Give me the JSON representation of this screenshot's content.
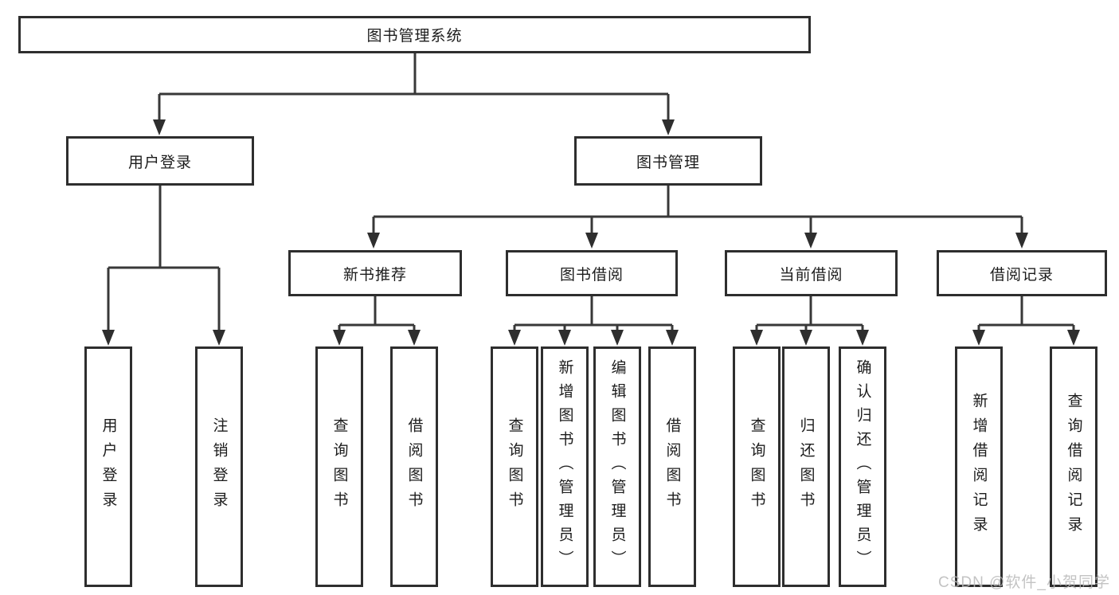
{
  "tree": {
    "label": "图书管理系统",
    "children": [
      {
        "label": "用户登录",
        "children": [
          {
            "label": "用户登录"
          },
          {
            "label": "注销登录"
          }
        ]
      },
      {
        "label": "图书管理",
        "children": [
          {
            "label": "新书推荐",
            "children": [
              {
                "label": "查询图书"
              },
              {
                "label": "借阅图书"
              }
            ]
          },
          {
            "label": "图书借阅",
            "children": [
              {
                "label": "查询图书"
              },
              {
                "label": "新增图书（管理员）"
              },
              {
                "label": "编辑图书（管理员）"
              },
              {
                "label": "借阅图书"
              }
            ]
          },
          {
            "label": "当前借阅",
            "children": [
              {
                "label": "查询图书"
              },
              {
                "label": "归还图书"
              },
              {
                "label": "确认归还（管理员）"
              }
            ]
          },
          {
            "label": "借阅记录",
            "children": [
              {
                "label": "新增借阅记录"
              },
              {
                "label": "查询借阅记录"
              }
            ]
          }
        ]
      }
    ]
  },
  "watermark": "CSDN @软件_小贺同学",
  "colors": {
    "line": "#383838",
    "box_border": "#2e2e2e",
    "text": "#1c1c1c",
    "watermark": "#b9b9b9",
    "background": "#ffffff"
  }
}
